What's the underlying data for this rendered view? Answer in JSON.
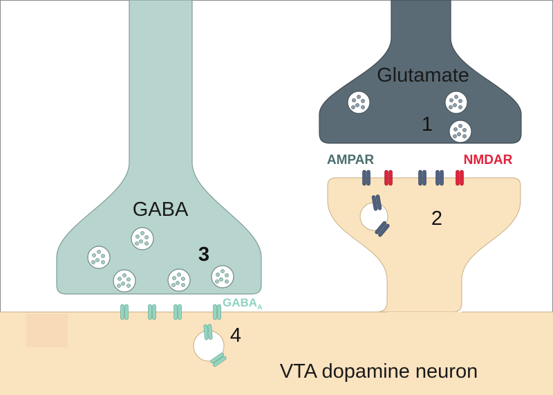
{
  "labels": {
    "glutamate": "Glutamate",
    "gaba": "GABA",
    "ampar": "AMPAR",
    "nmdar": "NMDAR",
    "gabaa_main": "GABA",
    "gabaa_sub": "A",
    "step1": "1",
    "step2": "2",
    "step3": "3",
    "step4": "4",
    "neuron": "VTA dopamine neuron"
  },
  "colors": {
    "glutamate_terminal": "#5b6b76",
    "gaba_terminal": "#b8d4ce",
    "dopamine_neuron": "#fae3bf",
    "ampar_receptor": "#4f6180",
    "nmdar_receptor": "#e0213a",
    "gabaa_receptor": "#93d6c2",
    "ampar_text": "#4a6e6e",
    "nmdar_text": "#e0213a",
    "gabaa_text": "#8fd3c0"
  }
}
